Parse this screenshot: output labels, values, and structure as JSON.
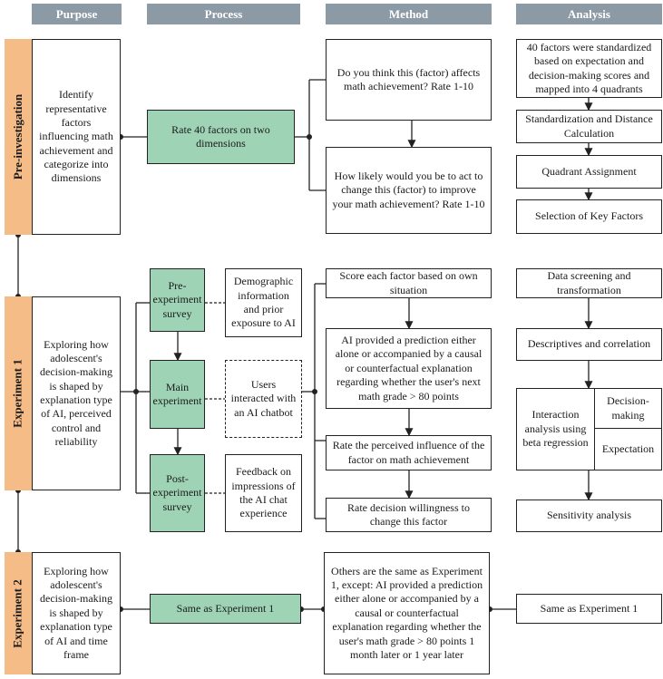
{
  "headers": {
    "purpose": "Purpose",
    "process": "Process",
    "method": "Method",
    "analysis": "Analysis"
  },
  "phases": {
    "pre": "Pre-investigation",
    "exp1": "Experiment 1",
    "exp2": "Experiment 2"
  },
  "pre": {
    "purpose": "Identify representative factors influencing math achievement and categorize into dimensions",
    "process": "Rate 40 factors on two dimensions",
    "method1": "Do you think this (factor) affects math achievement? Rate 1-10",
    "method2": "How likely would you be to act to change this (factor) to improve your math achievement? Rate 1-10",
    "analysis1": "40 factors were standardized based on expectation and decision-making scores and mapped into 4 quadrants",
    "analysis2": "Standardization and Distance Calculation",
    "analysis3": "Quadrant Assignment",
    "analysis4": "Selection of Key Factors"
  },
  "exp1": {
    "purpose": "Exploring how adolescent's decision-making is shaped by explanation type of AI, perceived control and reliability",
    "pre_survey": "Pre-experiment survey",
    "main": "Main experiment",
    "post_survey": "Post-experiment survey",
    "desc_pre": "Demographic information and prior exposure to AI",
    "desc_main": "Users interacted with an AI chatbot",
    "desc_post": "Feedback on impressions of the AI chat experience",
    "method1": "Score each factor based on own situation",
    "method2": "AI provided a prediction either alone or accompanied by a causal or counterfactual explanation regarding whether the user's next math grade > 80 points",
    "method3": "Rate the perceived influence of the factor on math achievement",
    "method4": "Rate decision willingness to change this factor",
    "analysis1": "Data screening and transformation",
    "analysis2": "Descriptives and correlation",
    "analysis3_main": "Interaction analysis using beta regression",
    "analysis3_dm": "Decision-making",
    "analysis3_exp": "Expectation",
    "analysis4": "Sensitivity analysis"
  },
  "exp2": {
    "purpose": "Exploring how adolescent's decision-making is shaped by explanation type of AI and time frame",
    "process": "Same as Experiment 1",
    "method": "Others are the same as Experiment 1, except: AI provided a prediction either alone or accompanied by a causal or counterfactual explanation regarding whether the user's math grade > 80 points 1 month later or 1 year later",
    "analysis": "Same as Experiment 1"
  },
  "colors": {
    "header": "#8c9aa5",
    "phase": "#f6bc88",
    "process_fill": "#9fd3b6"
  }
}
